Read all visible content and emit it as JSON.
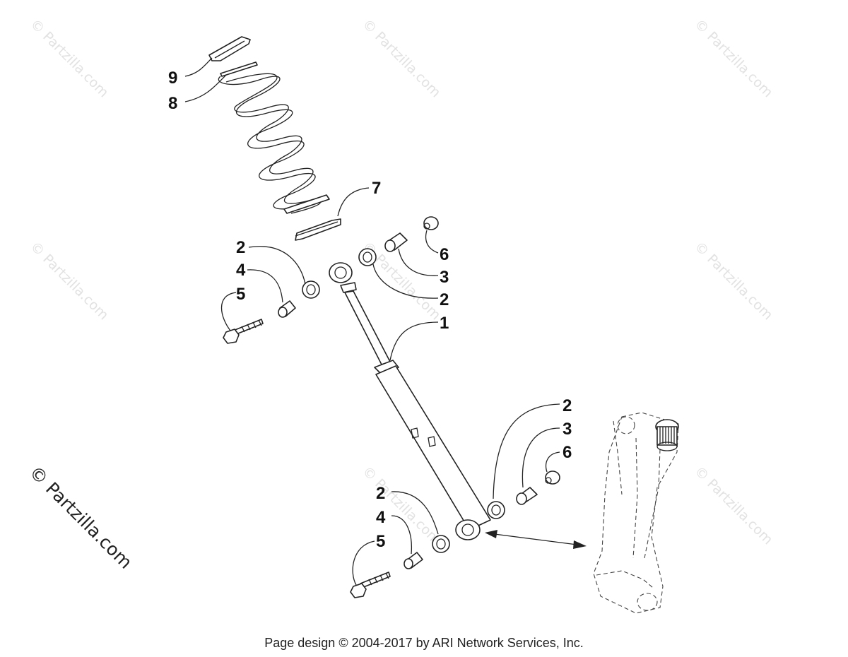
{
  "watermark": {
    "text": "© Partzilla.com",
    "main_text": "© Partzilla.com"
  },
  "callouts": {
    "c9": "9",
    "c8": "8",
    "c7": "7",
    "c2_upper_left": "2",
    "c4_upper": "4",
    "c5_upper": "5",
    "c6_upper": "6",
    "c3_upper": "3",
    "c2_upper_right": "2",
    "c1": "1",
    "c2_lower_right": "2",
    "c3_lower": "3",
    "c6_lower": "6",
    "c2_lower_left": "2",
    "c4_lower": "4",
    "c5_lower": "5"
  },
  "footer": {
    "text": "Page design © 2004-2017 by ARI Network Services, Inc."
  },
  "colors": {
    "line": "#222222",
    "watermark": "#e2e2e2",
    "background": "#ffffff"
  }
}
